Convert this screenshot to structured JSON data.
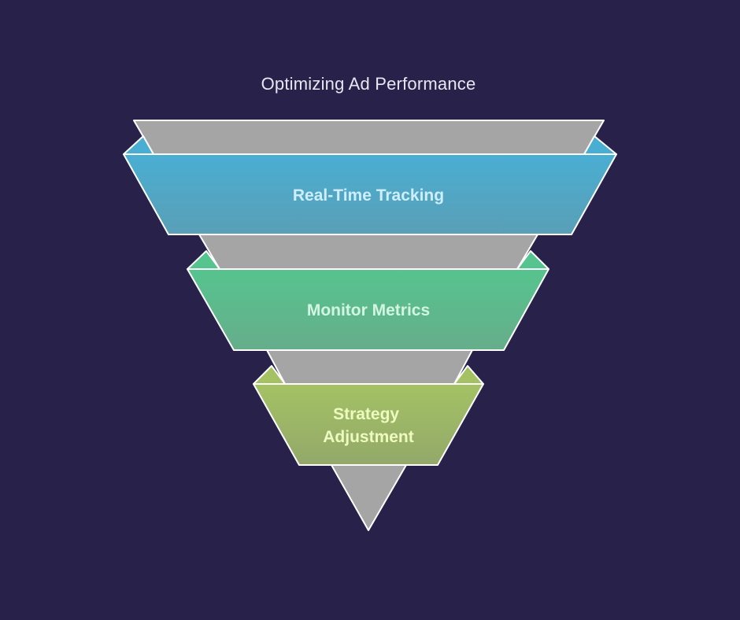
{
  "title": "Optimizing Ad Performance",
  "stages": [
    {
      "lines": [
        "Real-Time Tracking"
      ],
      "color": "#4aaed3",
      "color_bottom": "#5a9fb6",
      "text_color": "#cdeefa"
    },
    {
      "lines": [
        "Monitor Metrics"
      ],
      "color": "#56c48e",
      "color_bottom": "#66ad8c",
      "text_color": "#d2f6e2"
    },
    {
      "lines": [
        "Strategy",
        "Adjustment"
      ],
      "color": "#a4c264",
      "color_bottom": "#93a86a",
      "text_color": "#eefbc0"
    }
  ],
  "colors": {
    "background": "#28214a",
    "funnel_gray": "#a5a5a5",
    "outline": "#ffffff"
  }
}
